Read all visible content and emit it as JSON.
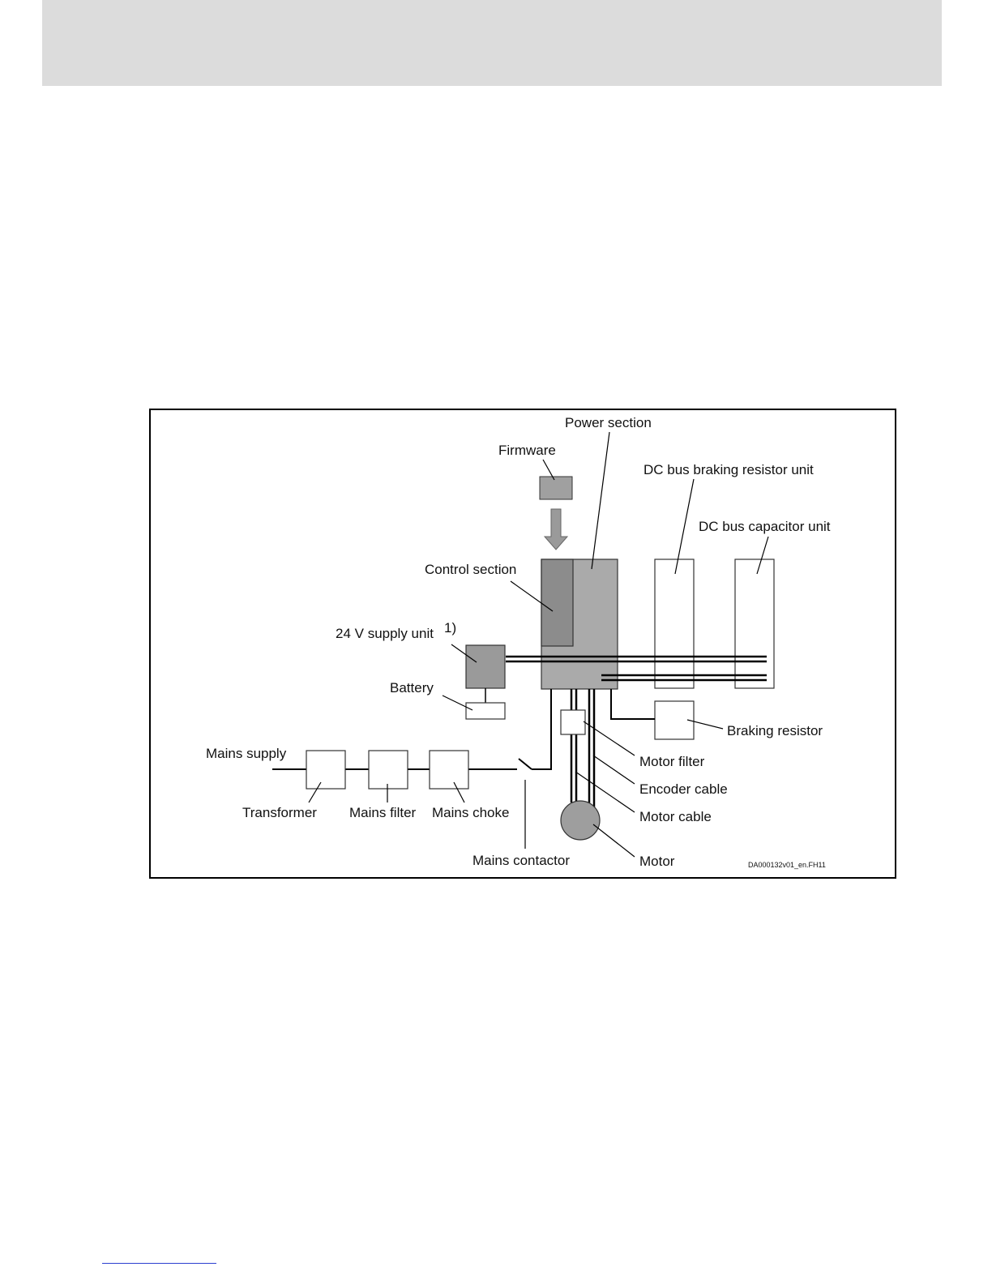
{
  "diagram": {
    "labels": {
      "power_section": "Power section",
      "firmware": "Firmware",
      "dc_bus_braking_resistor_unit": "DC bus braking resistor unit",
      "dc_bus_capacitor_unit": "DC bus capacitor unit",
      "control_section": "Control section",
      "supply_unit_24v": "24 V supply unit",
      "footnote_marker": "1)",
      "battery": "Battery",
      "braking_resistor": "Braking resistor",
      "mains_supply": "Mains supply",
      "motor_filter": "Motor filter",
      "encoder_cable": "Encoder cable",
      "motor_cable": "Motor cable",
      "transformer": "Transformer",
      "mains_filter": "Mains filter",
      "mains_choke": "Mains choke",
      "mains_contactor": "Mains contactor",
      "motor": "Motor",
      "figure_id": "DA000132v01_en.FH11"
    },
    "colors": {
      "control_section": "#8c8c8c",
      "power_section": "#aaaaaa",
      "supply_unit": "#9a9a9a",
      "firmware": "#a0a0a0",
      "motor": "#9e9e9e",
      "arrow": "#9a9a9a",
      "header_bar": "#dcdcdc"
    }
  }
}
